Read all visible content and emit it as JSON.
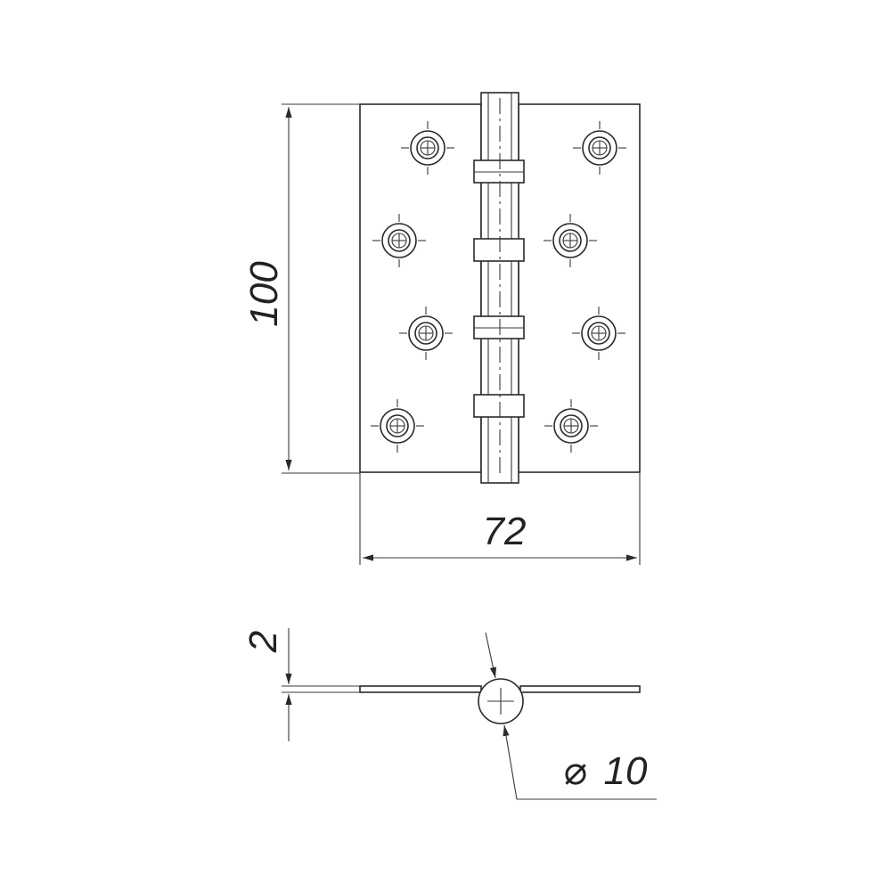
{
  "dimensions": {
    "height": "100",
    "width": "72",
    "thickness": "2",
    "diameter_symbol": "⌀",
    "diameter": "10"
  },
  "colors": {
    "line": "#2a2a2a",
    "background": "#ffffff"
  }
}
